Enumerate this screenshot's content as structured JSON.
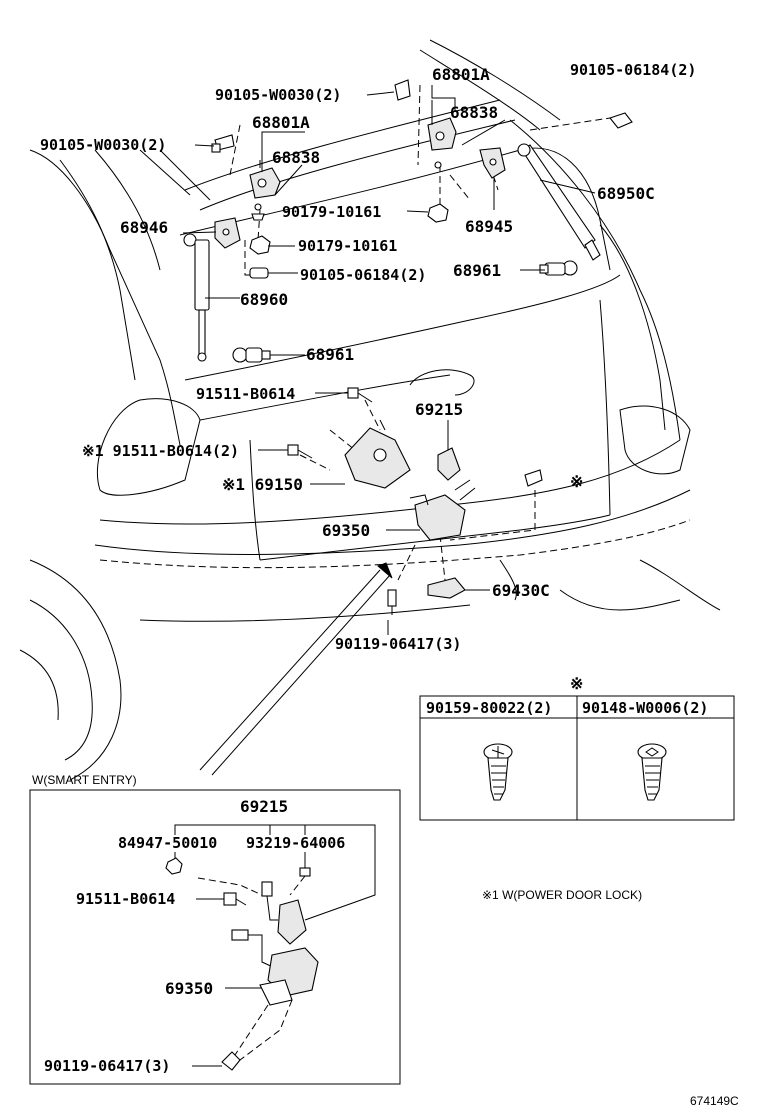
{
  "labels": {
    "p90105_w0030_a": "90105-W0030(2)",
    "p68801a_a": "68801A",
    "p68838_a": "68838",
    "p90105_06184_a": "90105-06184(2)",
    "p90105_w0030_b": "90105-W0030(2)",
    "p68801a_b": "68801A",
    "p68838_b": "68838",
    "p68950c": "68950C",
    "p90179_10161_a": "90179-10161",
    "p68945": "68945",
    "p68946": "68946",
    "p90179_10161_b": "90179-10161",
    "p90105_06184_b": "90105-06184(2)",
    "p68961_a": "68961",
    "p68960": "68960",
    "p68961_b": "68961",
    "p91511_b0614_a": "91511-B0614",
    "p69215_a": "69215",
    "p91511_b0614_b": "※1 91511-B0614(2)",
    "p69150": "※1 69150",
    "p_star": "※",
    "p69350_a": "69350",
    "p69430c": "69430C",
    "p90119_06417_a": "90119-06417(3)"
  },
  "screw_table": {
    "mark": "※",
    "col1": "90159-80022(2)",
    "col2": "90148-W0006(2)"
  },
  "inset": {
    "caption": "W(SMART ENTRY)",
    "p69215": "69215",
    "p84947": "84947-50010",
    "p93219": "93219-64006",
    "p91511": "91511-B0614",
    "p69350": "69350",
    "p90119": "90119-06417(3)"
  },
  "footnote": "※1 W(POWER DOOR LOCK)",
  "figure_id": "674149C"
}
